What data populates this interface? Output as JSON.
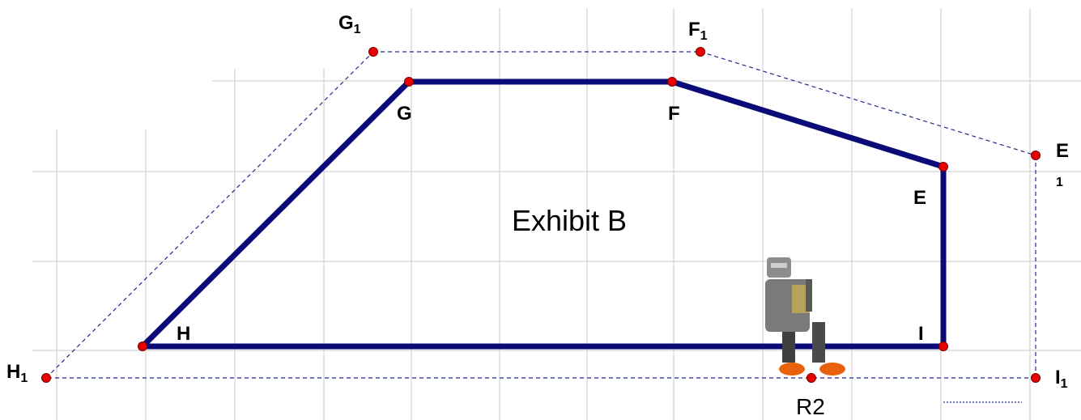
{
  "title": "Exhibit B",
  "vertices": {
    "G": "G",
    "F": "F",
    "E": "E",
    "H": "H",
    "I": "I"
  },
  "image_vertices": {
    "G1_main": "G",
    "G1_sub": "1",
    "F1_main": "F",
    "F1_sub": "1",
    "E1_main": "E",
    "E1_sub": "1",
    "H1_main": "H",
    "H1_sub": "1",
    "I1_main": "I",
    "I1_sub": "1"
  },
  "robot_label": "R2",
  "colors": {
    "shape_edge": "#0a0a78",
    "image_edge": "#1f2a8c",
    "vertex": "#e60000",
    "grid": "#c8c8c8"
  }
}
